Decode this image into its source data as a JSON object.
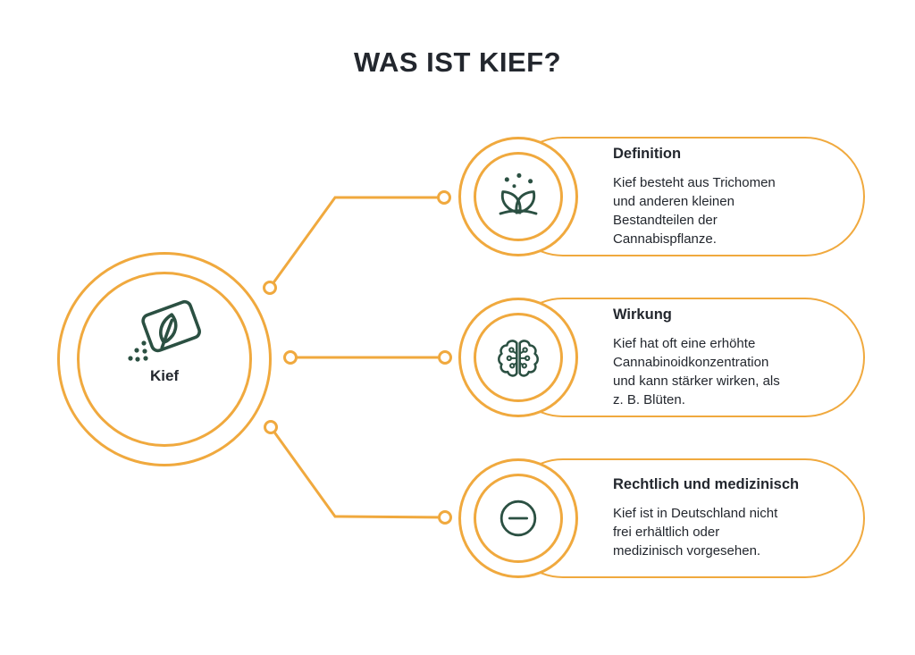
{
  "title": "WAS IST KIEF?",
  "colors": {
    "accent": "#F0A93E",
    "green": "#2B5042",
    "text": "#23272E",
    "bg": "#FFFFFF"
  },
  "hub": {
    "label": "Kief",
    "icon": "kief-pouch-icon"
  },
  "items": [
    {
      "icon": "sprout-icon",
      "heading": "Definition",
      "body": "Kief besteht aus Trichomen\nund anderen kleinen\nBestandteilen der\nCannabispflanze."
    },
    {
      "icon": "brain-icon",
      "heading": "Wirkung",
      "body": "Kief hat oft eine erhöhte\nCannabinoidkonzentration\nund kann stärker wirken, als\nz. B. Blüten."
    },
    {
      "icon": "minus-circle-icon",
      "heading": "Rechtlich und medizinisch",
      "body": "Kief ist in Deutschland nicht\nfrei erhältlich oder\nmedizinisch vorgesehen."
    }
  ]
}
